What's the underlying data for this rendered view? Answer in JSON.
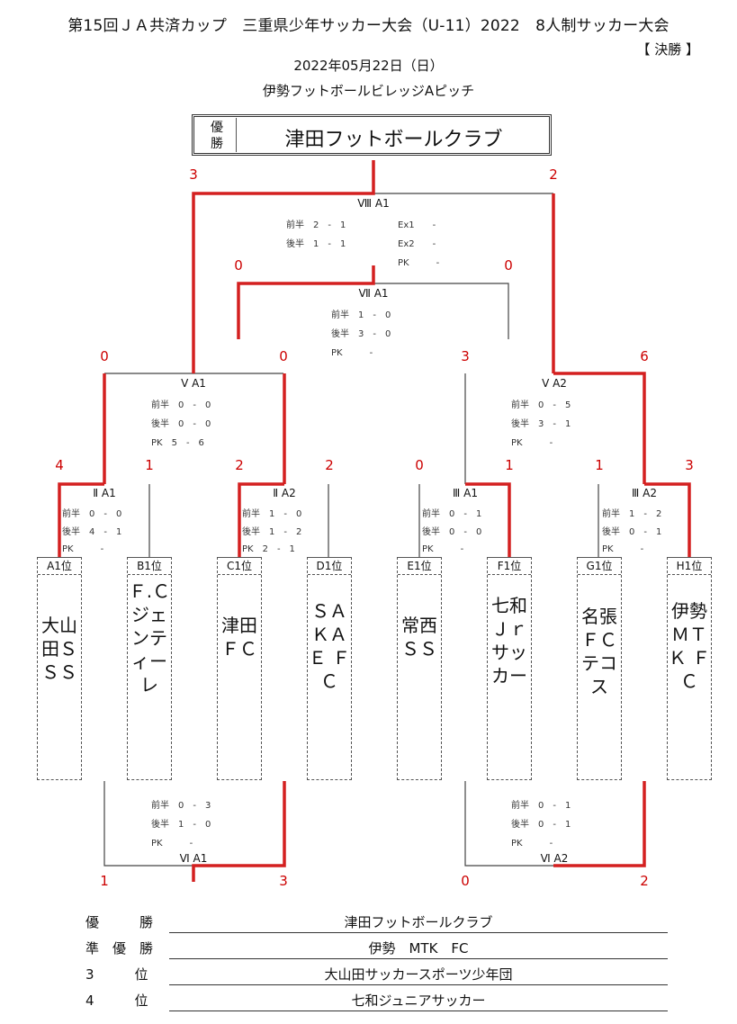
{
  "header": {
    "title": "第15回ＪＡ共済カップ　三重県少年サッカー大会（U-11）2022　8人制サッカー大会",
    "stage": "【 決勝 】",
    "date": "2022年05月22日（日）",
    "venue": "伊勢フットボールビレッジAピッチ"
  },
  "champion": {
    "label": "優勝",
    "name": "津田フットボールクラブ"
  },
  "teams": [
    {
      "pos": "A1位",
      "name": "大山田ＳＳＳ"
    },
    {
      "pos": "B1位",
      "name": "Ｆ.Ｃジェンティーレ"
    },
    {
      "pos": "C1位",
      "name": "津田ＦＣ"
    },
    {
      "pos": "D1位",
      "name": "ＳＡＫＡＥ ＦＣ"
    },
    {
      "pos": "E1位",
      "name": "常西ＳＳ"
    },
    {
      "pos": "F1位",
      "name": "七和Ｊｒサッカー"
    },
    {
      "pos": "G1位",
      "name": "名張ＦＣテコス"
    },
    {
      "pos": "H1位",
      "name": "伊勢ＭＴＫ ＦＣ"
    }
  ],
  "matches": {
    "m2a1": {
      "label": "Ⅱ A1",
      "rows": [
        "前半　0　-　0",
        "後半　4　-　1",
        "PK　　　-"
      ],
      "left": "4",
      "right": "1"
    },
    "m2a2": {
      "label": "Ⅱ A2",
      "rows": [
        "前半　1　-　0",
        "後半　1　-　2",
        "PK　2　-　1"
      ],
      "left": "2",
      "right": "2"
    },
    "m3a1": {
      "label": "Ⅲ A1",
      "rows": [
        "前半　0　-　1",
        "後半　0　-　0",
        "PK　　　-"
      ],
      "left": "0",
      "right": "1"
    },
    "m3a2": {
      "label": "Ⅲ A2",
      "rows": [
        "前半　1　-　2",
        "後半　0　-　1",
        "PK　　　-"
      ],
      "left": "1",
      "right": "3"
    },
    "m5a1": {
      "label": "Ⅴ A1",
      "rows": [
        "前半　0　-　0",
        "後半　0　-　0",
        "PK　5　-　6"
      ],
      "left": "0",
      "right": "0"
    },
    "m5a2": {
      "label": "Ⅴ A2",
      "rows": [
        "前半　0　-　5",
        "後半　3　-　1",
        "PK　　　-"
      ],
      "left": "3",
      "right": "6"
    },
    "m6a1": {
      "label": "Ⅵ A1",
      "rows": [
        "前半　0　-　3",
        "後半　1　-　0",
        "PK　　　-"
      ],
      "left": "1",
      "right": "3"
    },
    "m6a2": {
      "label": "Ⅵ A2",
      "rows": [
        "前半　0　-　1",
        "後半　0　-　1",
        "PK　　　-"
      ],
      "left": "0",
      "right": "2"
    },
    "m7a1": {
      "label": "Ⅶ A1",
      "rows": [
        "前半　1　-　0",
        "後半　3　-　0",
        "PK　　　-"
      ],
      "left": "0",
      "right": "0"
    },
    "m8a1": {
      "label": "Ⅷ A1",
      "rows": [
        "前半　2　-　1",
        "後半　1　-　1",
        "PK"
      ],
      "extra": [
        "Ex1　　-",
        "Ex2　　-",
        "PK　　　-"
      ],
      "left": "3",
      "right": "2"
    }
  },
  "ranking": [
    {
      "label": "優　　　勝",
      "value": "津田フットボールクラブ"
    },
    {
      "label": "準　優　勝",
      "value": "伊勢　MTK　FC"
    },
    {
      "label": "3　　　位",
      "value": "大山田サッカースポーツ少年団"
    },
    {
      "label": "4　　　位",
      "value": "七和ジュニアサッカー"
    }
  ],
  "colors": {
    "winner_line": "#d42020",
    "line": "#444444"
  }
}
